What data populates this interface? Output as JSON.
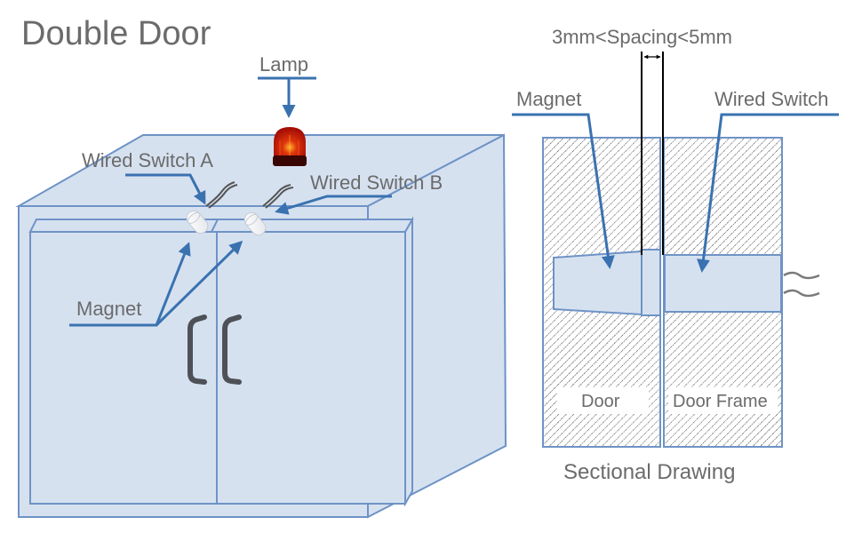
{
  "title": "Double Door",
  "left_diagram": {
    "lamp_label": "Lamp",
    "switch_a_label": "Wired Switch A",
    "switch_b_label": "Wired Switch B",
    "magnet_label": "Magnet"
  },
  "right_diagram": {
    "spacing_label": "3mm<Spacing<5mm",
    "magnet_label": "Magnet",
    "switch_label": "Wired Switch",
    "door_label": "Door",
    "frame_label": "Door Frame",
    "caption": "Sectional Drawing"
  },
  "colors": {
    "fill": "#d6e1f0",
    "stroke": "#6e93c6",
    "arrow": "#3a72b0",
    "text": "#6b6b6b",
    "handle": "#4e5258",
    "lamp": "#c41a0a"
  }
}
